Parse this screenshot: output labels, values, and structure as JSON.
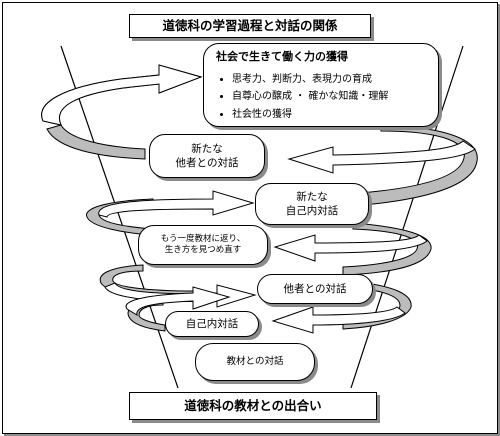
{
  "title": "道徳科の学習過程と対話の関係",
  "bottom_label": "道徳科の教材との出合い",
  "goal": {
    "heading": "社会で生きて働く力の獲得",
    "bullet_1": "思考力、判断力、表現力の育成",
    "bullet_2": "自尊心の醸成 ・ 確かな知識・理解",
    "bullet_3": "社会性の獲得"
  },
  "stages": {
    "dialogue_others_new_l1": "新たな",
    "dialogue_others_new_l2": "他者との対話",
    "dialogue_self_new_l1": "新たな",
    "dialogue_self_new_l2": "自己内対話",
    "revisit_l1": "もう一度教材に返り、",
    "revisit_l2": "生き方を見つめ直す",
    "dialogue_others": "他者との対話",
    "dialogue_self": "自己内対話",
    "dialogue_material": "教材との対話"
  },
  "colors": {
    "funnel_line": "#000000",
    "spiral_fill": "#ffffff",
    "spiral_shade": "#bcbcbc"
  }
}
